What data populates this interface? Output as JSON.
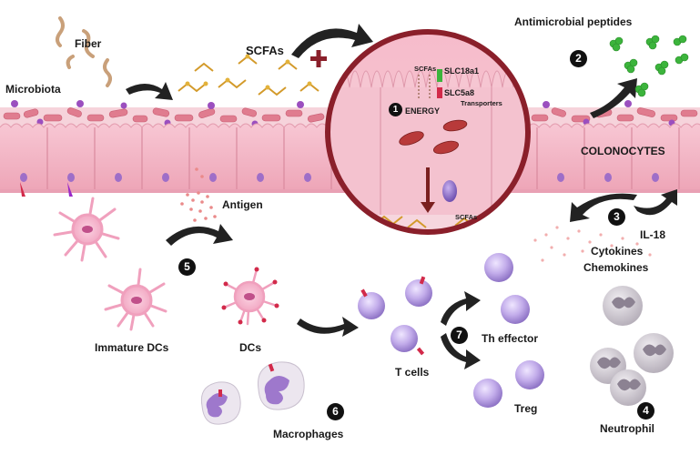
{
  "labels": {
    "fiber": "Fiber",
    "microbiota": "Microbiota",
    "scfas_top": "SCFAs",
    "antimicrobial": "Antimicrobial peptides",
    "scfas_inset": "SCFAs",
    "slc18a1": "SLC18a1",
    "slc5a8": "SLC5a8",
    "transporters": "Transporters",
    "energy": "ENERGY",
    "scfas_bottom": "SCFAs",
    "colonocytes": "COLONOCYTES",
    "antigen": "Antigen",
    "il18": "IL-18",
    "cytokines": "Cytokines",
    "chemokines": "Chemokines",
    "immature_dcs": "Immature DCs",
    "dcs": "DCs",
    "t_cells": "T cells",
    "th_effector": "Th effector",
    "treg": "Treg",
    "macrophages": "Macrophages",
    "neutrophil": "Neutrophil"
  },
  "steps": [
    "1",
    "2",
    "3",
    "4",
    "5",
    "6",
    "7"
  ],
  "colors": {
    "epithelium": "#f2b3c2",
    "lumen": "#e58c9f",
    "inset_ring": "#8a1f2a",
    "dc_pink": "#f4a8c4",
    "tcell_purple": "#b9a2e0",
    "neutrophil_grey": "#c9c3cc",
    "peptide_green": "#3cb43c",
    "arrow_dark": "#222222"
  }
}
